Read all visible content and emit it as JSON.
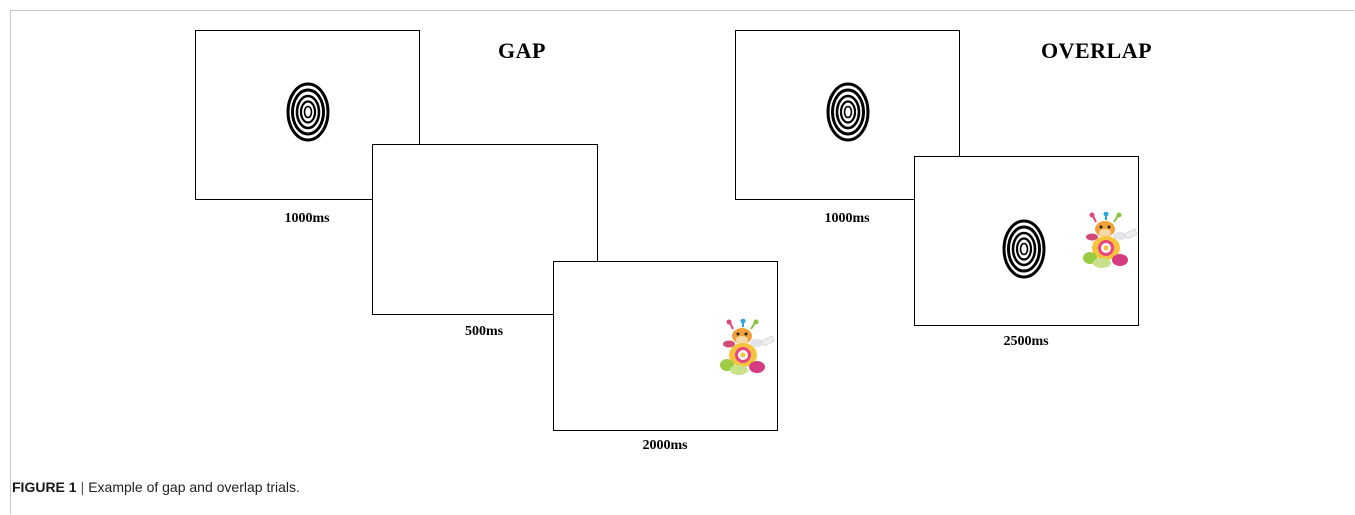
{
  "gap": {
    "title": "GAP",
    "screens": [
      {
        "time": "1000ms"
      },
      {
        "time": "500ms"
      },
      {
        "time": "2000ms"
      }
    ]
  },
  "overlap": {
    "title": "OVERLAP",
    "screens": [
      {
        "time": "1000ms"
      },
      {
        "time": "2500ms"
      }
    ]
  },
  "caption": {
    "label": "FIGURE 1",
    "separator": "|",
    "text": "Example of gap and overlap trials."
  }
}
